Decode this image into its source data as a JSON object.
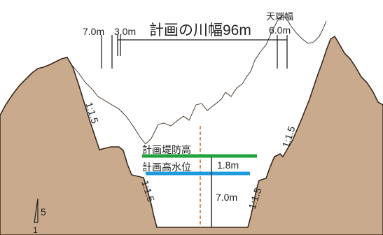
{
  "title": "計画の川幅96m",
  "dimensions": {
    "left_berm": "7.0m",
    "left_small": "3.0m",
    "crown_width_label": "天端幅",
    "crown_width_value": "6.0m"
  },
  "slopes": {
    "upper_left": "1:1.5",
    "lower_left": "1:1.5",
    "upper_right": "1:1.5",
    "lower_right": "1:1.5"
  },
  "levels": {
    "levee_height": "計画堤防高",
    "high_water": "計画高水位",
    "freeboard": "1.8m",
    "depth": "7.0m"
  },
  "scale": {
    "vertical": "5",
    "horizontal": "1"
  },
  "colors": {
    "terrain": "#c9aa8c",
    "terrain_edge": "#3a2a1e",
    "levee_line": "#22a33a",
    "water_line": "#1e9be0",
    "center_line": "#b3641e",
    "ink": "#222222"
  }
}
